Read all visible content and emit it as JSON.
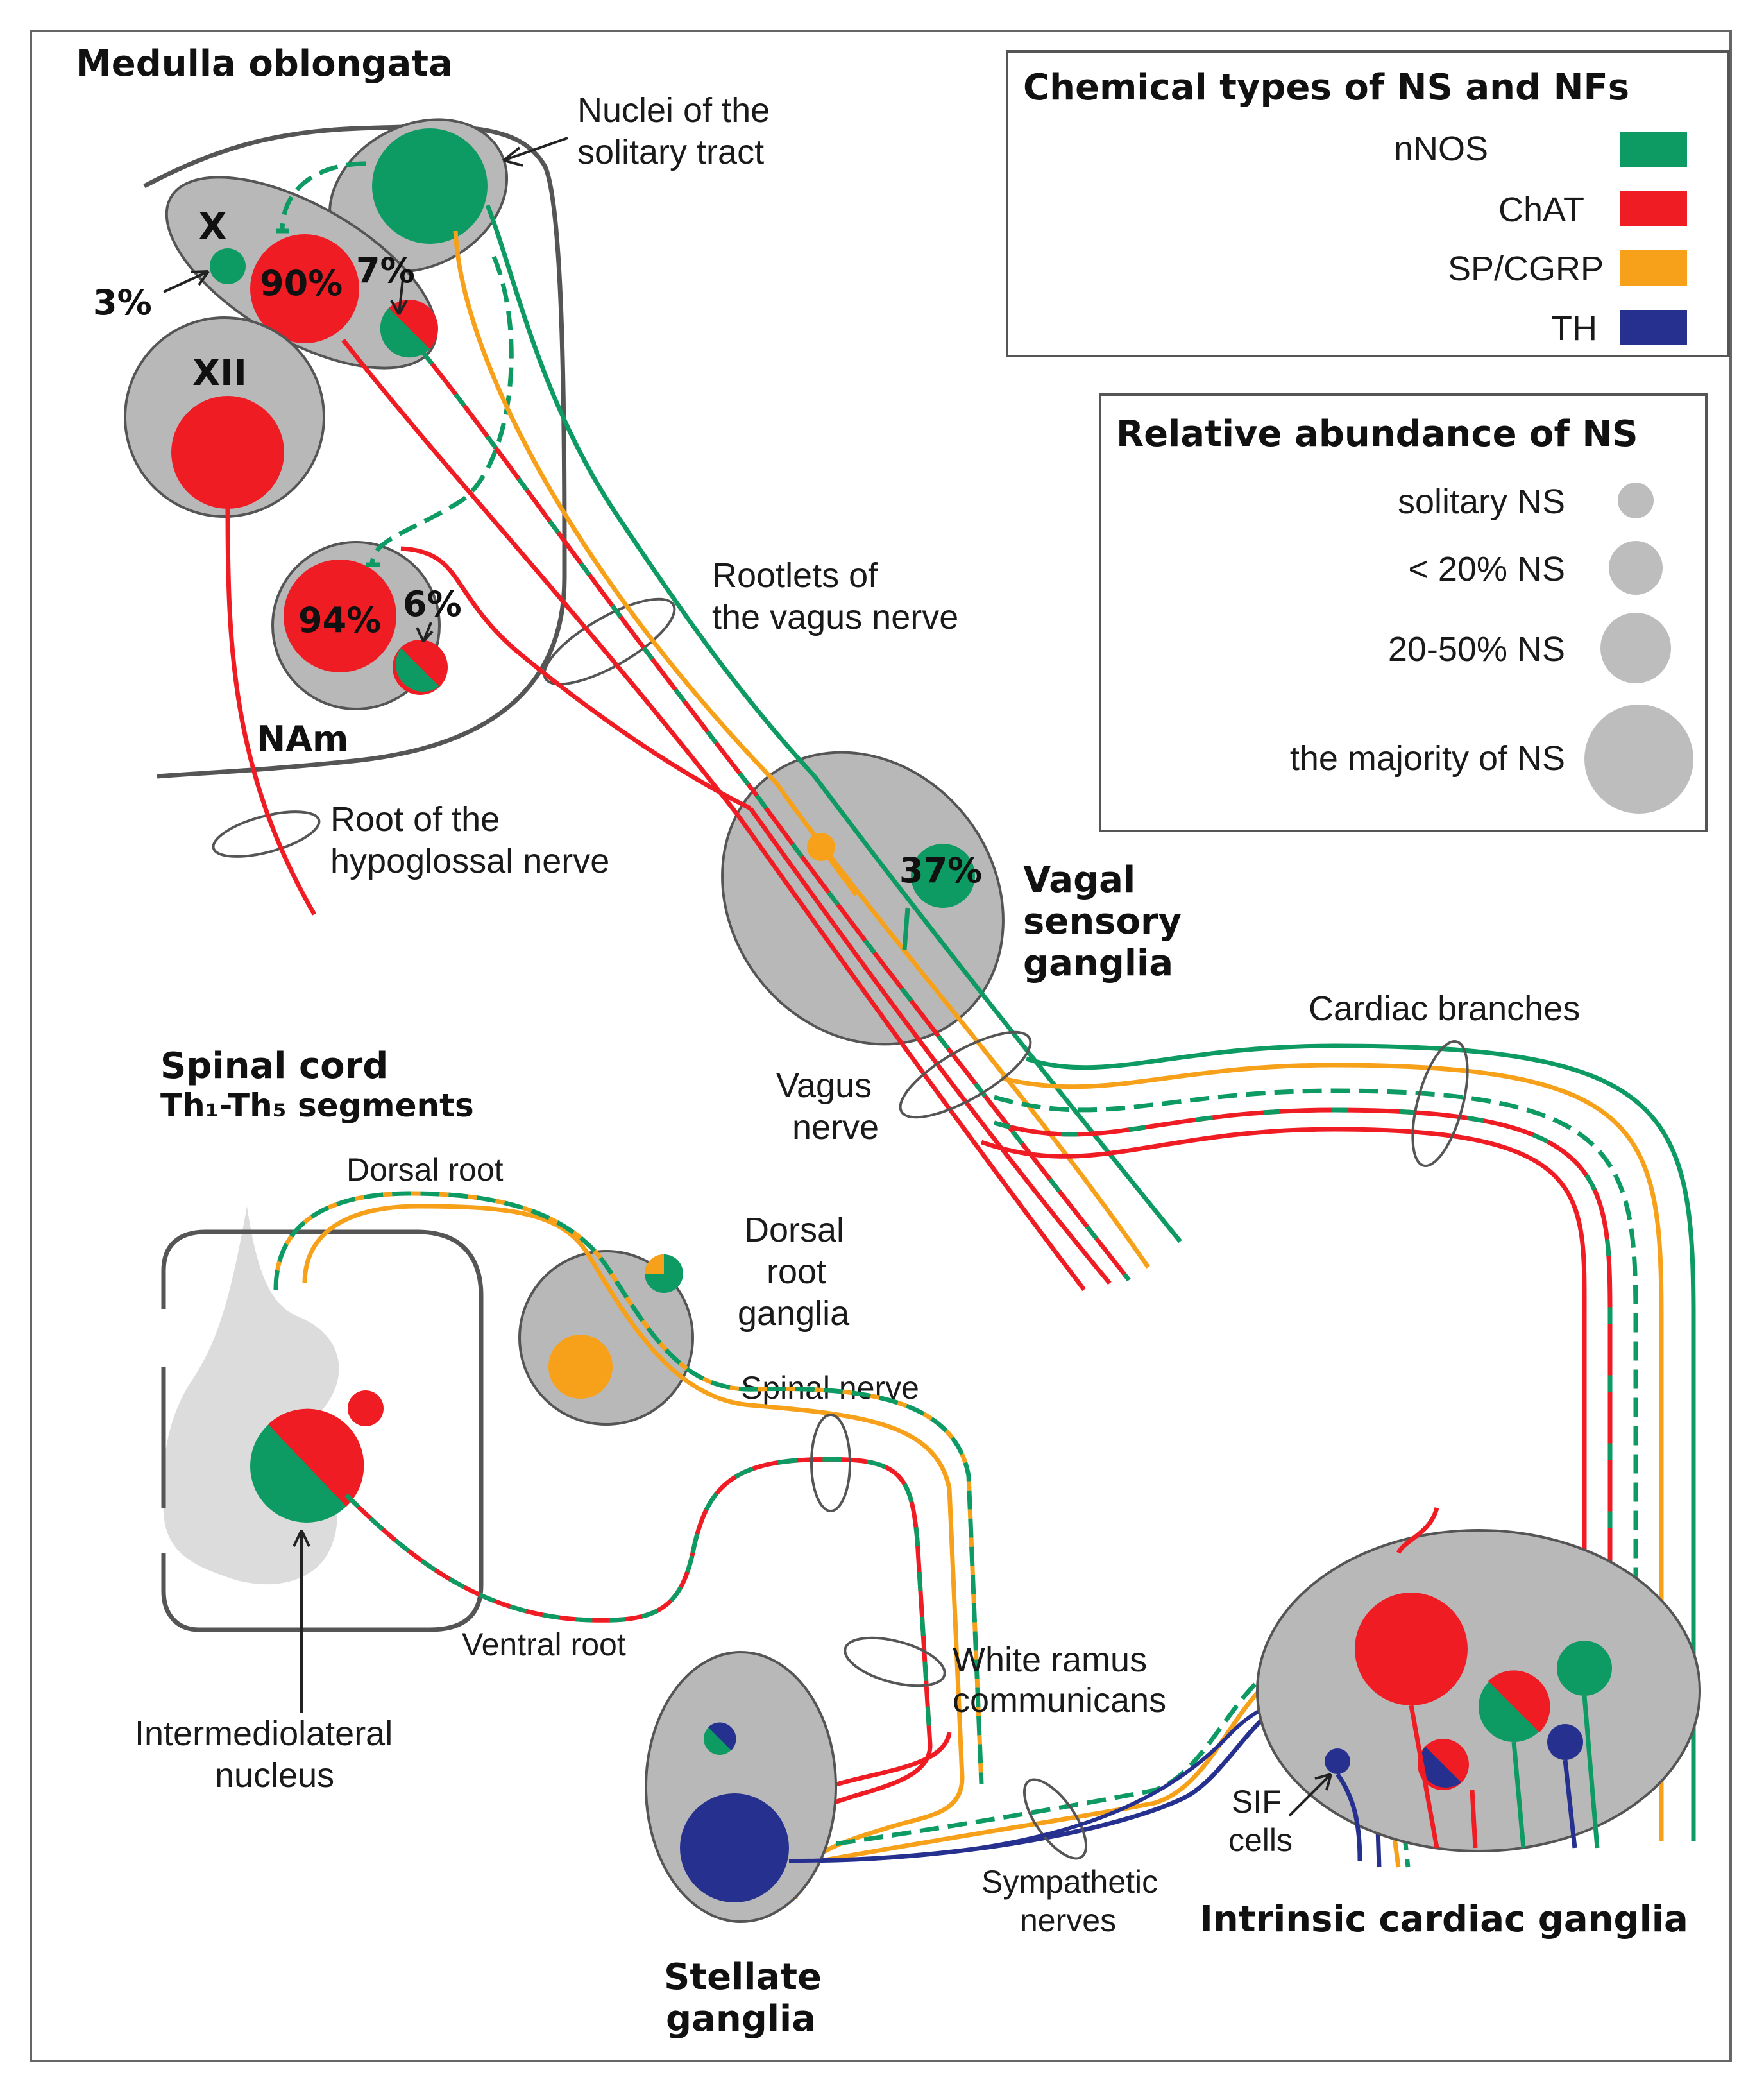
{
  "colors": {
    "nNOS": "#0d9a63",
    "ChAT": "#f01c24",
    "SP_CGRP": "#f7a11a",
    "TH": "#26308f",
    "ganglion_fill": "#b8b8b8",
    "spinal_gray": "#dcdcdc",
    "outline": "#555555"
  },
  "regions": {
    "medulla": "Medulla oblongata",
    "nts_line1": "Nuclei of the",
    "nts_line2": "solitary tract",
    "x_nucleus": "X",
    "xii_nucleus": "XII",
    "nam": "NAm",
    "rootlets_line1": "Rootlets of",
    "rootlets_line2": "the vagus nerve",
    "hypoglossal_line1": "Root of the",
    "hypoglossal_line2": "hypoglossal nerve",
    "vagal_line1": "Vagal",
    "vagal_line2": "sensory",
    "vagal_line3": "ganglia",
    "vagus_line1": "Vagus",
    "vagus_line2": "nerve",
    "cardiac_branches": "Cardiac branches",
    "spinal_cord": "Spinal cord",
    "segments": "Th₁-Th₅ segments",
    "dorsal_root": "Dorsal root",
    "drg_line1": "Dorsal",
    "drg_line2": "root",
    "drg_line3": "ganglia",
    "spinal_nerve": "Spinal nerve",
    "ventral_root": "Ventral root",
    "iml_line1": "Intermediolateral",
    "iml_line2": "nucleus",
    "white_ramus_line1": "White ramus",
    "white_ramus_line2": "communicans",
    "sympathetic_line1": "Sympathetic",
    "sympathetic_line2": "nerves",
    "sif_line1": "SIF",
    "sif_line2": "cells",
    "stellate_line1": "Stellate",
    "stellate_line2": "ganglia",
    "icg": "Intrinsic cardiac ganglia"
  },
  "percentages": {
    "x_small": "3%",
    "x_main": "90%",
    "x_mixed": "7%",
    "nam_main": "94%",
    "nam_mixed": "6%",
    "vagal": "37%"
  },
  "legend_chemical": {
    "title": "Chemical types of NS and NFs",
    "items": [
      {
        "label": "nNOS",
        "color": "#0d9a63"
      },
      {
        "label": "ChAT",
        "color": "#f01c24"
      },
      {
        "label": "SP/CGRP",
        "color": "#f7a11a"
      },
      {
        "label": "TH",
        "color": "#26308f"
      }
    ]
  },
  "legend_abundance": {
    "title": "Relative abundance of NS",
    "items": [
      {
        "label": "solitary NS"
      },
      {
        "label": "< 20% NS"
      },
      {
        "label": "20-50% NS"
      },
      {
        "label": "the majority of NS"
      }
    ]
  }
}
